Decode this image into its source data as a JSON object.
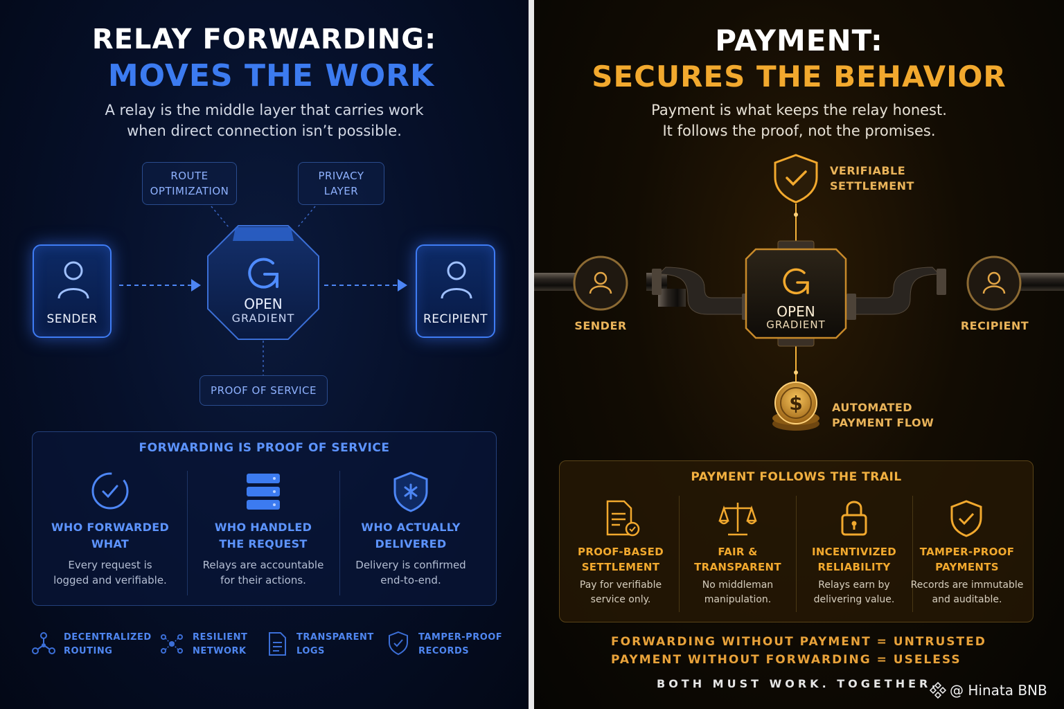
{
  "left": {
    "title_line1": "RELAY FORWARDING:",
    "title_line2": "MOVES THE WORK",
    "subtitle_line1": "A relay is the middle layer that carries work",
    "subtitle_line2": "when direct connection isn’t possible.",
    "tags": {
      "route": [
        "ROUTE",
        "OPTIMIZATION"
      ],
      "privacy": [
        "PRIVACY",
        "LAYER"
      ],
      "proof": "PROOF OF SERVICE"
    },
    "sender_label": "SENDER",
    "recipient_label": "RECIPIENT",
    "hub": [
      "OPEN",
      "GRADIENT"
    ],
    "box_title": "FORWARDING IS PROOF OF SERVICE",
    "features": [
      {
        "icon": "verify-icon",
        "title": [
          "WHO FORWARDED",
          "WHAT"
        ],
        "desc": [
          "Every request is",
          "logged and verifiable."
        ]
      },
      {
        "icon": "server-icon",
        "title": [
          "WHO HANDLED",
          "THE REQUEST"
        ],
        "desc": [
          "Relays are accountable",
          "for their actions."
        ]
      },
      {
        "icon": "shield-icon",
        "title": [
          "WHO ACTUALLY",
          "DELIVERED"
        ],
        "desc": [
          "Delivery is confirmed",
          "end-to-end."
        ]
      }
    ],
    "bottom": [
      {
        "icon": "network-icon",
        "label": [
          "DECENTRALIZED",
          "ROUTING"
        ]
      },
      {
        "icon": "mesh-icon",
        "label": [
          "RESILIENT",
          "NETWORK"
        ]
      },
      {
        "icon": "document-icon",
        "label": [
          "TRANSPARENT",
          "LOGS"
        ]
      },
      {
        "icon": "shield-check-icon",
        "label": [
          "TAMPER-PROOF",
          "RECORDS"
        ]
      }
    ],
    "colors": {
      "accent": "#3c7bf0"
    }
  },
  "right": {
    "title_line1": "PAYMENT:",
    "title_line2": "SECURES THE BEHAVIOR",
    "subtitle_line1": "Payment is what keeps the relay honest.",
    "subtitle_line2": "It follows the proof, not the promises.",
    "verifiable": [
      "VERIFIABLE",
      "SETTLEMENT"
    ],
    "automated": [
      "AUTOMATED",
      "PAYMENT FLOW"
    ],
    "sender_label": "SENDER",
    "recipient_label": "RECIPIENT",
    "hub": [
      "OPEN",
      "GRADIENT"
    ],
    "box_title": "PAYMENT FOLLOWS THE TRAIL",
    "features": [
      {
        "icon": "document-check-icon",
        "title": [
          "PROOF-BASED",
          "SETTLEMENT"
        ],
        "desc": [
          "Pay for verifiable",
          "service only."
        ]
      },
      {
        "icon": "scales-icon",
        "title": [
          "FAIR &",
          "TRANSPARENT"
        ],
        "desc": [
          "No middleman",
          "manipulation."
        ]
      },
      {
        "icon": "lock-icon",
        "title": [
          "INCENTIVIZED",
          "RELIABILITY"
        ],
        "desc": [
          "Relays earn by",
          "delivering value."
        ]
      },
      {
        "icon": "shield-check-icon",
        "title": [
          "TAMPER-PROOF",
          "PAYMENTS"
        ],
        "desc": [
          "Records are immutable",
          "and auditable."
        ]
      }
    ],
    "equation1": "FORWARDING WITHOUT PAYMENT = UNTRUSTED",
    "equation2": "PAYMENT WITHOUT FORWARDING = USELESS",
    "tagline": "BOTH MUST WORK. TOGETHER.",
    "watermark": "@ Hinata BNB",
    "colors": {
      "accent": "#f2a92e"
    }
  }
}
